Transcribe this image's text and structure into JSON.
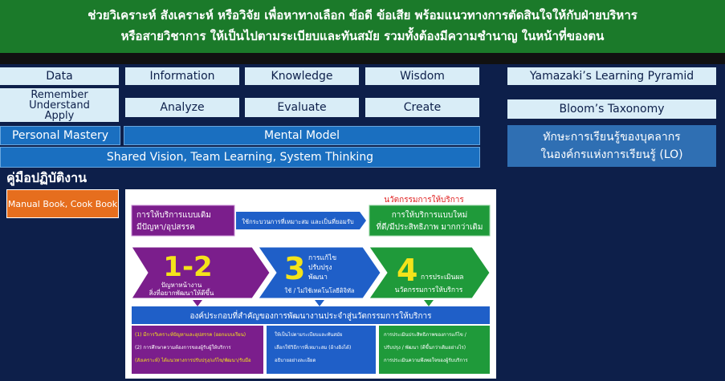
{
  "banner": {
    "line1": "ช่วยวิเคราะห์ สังเคราะห์ หรือวิจัย เพื่อหาทางเลือก ข้อดี ข้อเสีย พร้อมแนวทางการตัดสินใจให้กับฝ่ายบริหาร",
    "line2": "หรือสายวิชาการ ให้เป็นไปตามระเบียบและทันสมัย รวมทั้งต้องมีความชำนาญ ในหน้าที่ของตน"
  },
  "row1": {
    "data": "Data",
    "information": "Information",
    "knowledge": "Knowledge",
    "wisdom": "Wisdom",
    "pyramid": "Yamazaki’s Learning Pyramid"
  },
  "row2": {
    "remember": "Remember",
    "understand": "Understand",
    "apply": "Apply",
    "analyze": "Analyze",
    "evaluate": "Evaluate",
    "create": "Create",
    "bloom": "Bloom’s Taxonomy"
  },
  "row3": {
    "personal": "Personal Mastery",
    "mental": "Mental Model",
    "shared": "Shared Vision, Team Learning, System Thinking",
    "thai1": "ทักษะการเรียนรู้ของบุคลากร",
    "thai2": "ในองค์กรแห่งการเรียนรู้ (LO)"
  },
  "manual": {
    "title": "คู่มือปฏิบัติงาน",
    "box": "Manual Book, Cook Book"
  },
  "diagram": {
    "innovation_label": "นวัตกรรมการให้บริการ",
    "old_service_1": "การให้บริการแบบเดิม",
    "old_service_2": "มีปัญหา/อุปสรรค",
    "process_text": "ใช้กระบวนการที่เหมาะสม และเป็นที่ยอมรับ",
    "new_service_1": "การให้บริการแบบใหม่",
    "new_service_2": "ที่ดี/มีประสิทธิภาพ มากกว่าเดิม",
    "step1_num": "1-2",
    "step1_a": "ปัญหาหน้างาน",
    "step1_b": "สิ่งที่อยากพัฒนาให้ดีขึ้น",
    "step3_num": "3",
    "step3_a": "การแก้ไข",
    "step3_b": "ปรับปรุง",
    "step3_c": "พัฒนา",
    "step3_d": "ใช้ / ไม่ใช้เทคโนโลยีดิจิทัล",
    "step4_num": "4",
    "step4_a": "การประเมินผล",
    "step4_b": "นวัตกรรมการให้บริการ",
    "components_title": "องค์ประกอบที่สำคัญของการพัฒนางานประจำสู่นวัตกรรมการให้บริการ",
    "left_1": "(1) มีการวิเคราะห์ปัญหาและอุปสรรค (ออกแบบเรียน)",
    "left_2": "(2) การศึกษาความต้องการของผู้รับผู้ให้บริการ",
    "left_3": "(สังเคราะห์) ได้แนวทางการปรับปรุง/แก้ไข/พัฒนา/รับมือ",
    "mid_1": "ให้เป็นไปตามระเบียบและทันสมัย",
    "mid_2": "เลือกใช้วิธีการที่เหมาะสม (อ้างอิงได้)",
    "mid_3": "อธิบายอย่างละเอียด",
    "right_1": "การประเมินประสิทธิภาพของการแก้ไข /",
    "right_2": "ปรับปรุง / พัฒนา (ดีขึ้นกว่าเดิมอย่างไร)",
    "right_3": "การประเมินความพึงพอใจของผู้รับบริการ"
  },
  "colors": {
    "navy": "#0d1f4a",
    "green": "#1b7a2a",
    "light": "#d9edf7",
    "blue": "#1a6fc0",
    "orange": "#e66e1e",
    "purple": "#7b1e8c",
    "diagram_blue": "#1f5fc8",
    "diagram_green": "#1f9a3a"
  }
}
